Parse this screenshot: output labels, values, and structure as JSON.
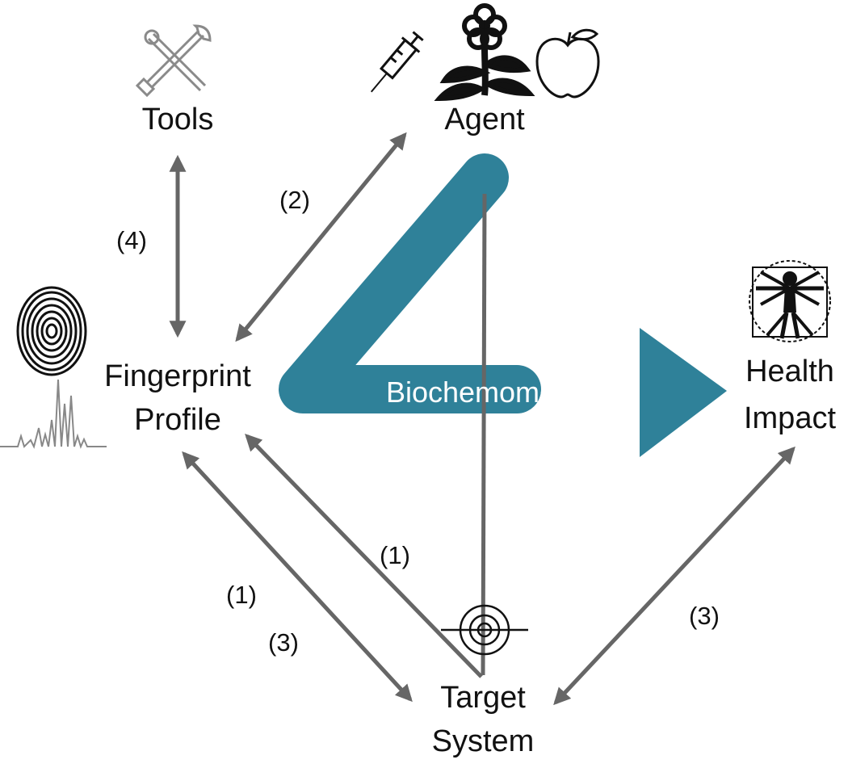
{
  "colors": {
    "four": "#2f8199",
    "arrow": "#666666",
    "text": "#111111",
    "icon": "#111111",
    "icon_light": "#999999"
  },
  "nodes": {
    "tools": "Tools",
    "agent": "Agent",
    "fingerprint_line1": "Fingerprint",
    "fingerprint_line2": "Profile",
    "health_line1": "Health",
    "health_line2": "Impact",
    "target_line1": "Target",
    "target_line2": "System"
  },
  "center_label": "Biochemometrics",
  "edge_labels": {
    "tools_fingerprint": "(4)",
    "fingerprint_agent": "(2)",
    "target_fingerprint_inner": "(1)",
    "target_fingerprint_outer_a": "(1)",
    "target_fingerprint_outer_b": "(3)",
    "target_health": "(3)"
  },
  "icons": [
    "tools-icon",
    "syringe-icon",
    "flower-icon",
    "apple-icon",
    "fingerprint-icon",
    "spectrum-icon",
    "vitruvian-icon",
    "target-icon"
  ]
}
